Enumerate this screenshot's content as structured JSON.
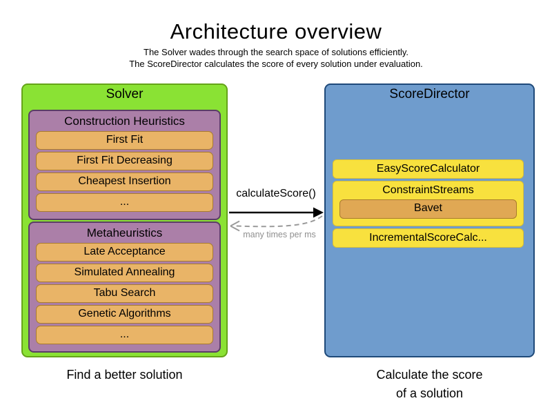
{
  "title": "Architecture overview",
  "subtitle_lines": [
    "The Solver wades through the search space of solutions efficiently.",
    "The ScoreDirector calculates the score of every solution under evaluation."
  ],
  "solver": {
    "label": "Solver",
    "caption": "Find a better solution",
    "sections": [
      {
        "label": "Construction Heuristics",
        "items": [
          "First Fit",
          "First Fit Decreasing",
          "Cheapest Insertion",
          "..."
        ]
      },
      {
        "label": "Metaheuristics",
        "items": [
          "Late Acceptance",
          "Simulated Annealing",
          "Tabu Search",
          "Genetic Algorithms",
          "..."
        ]
      }
    ]
  },
  "score_director": {
    "label": "ScoreDirector",
    "caption_lines": [
      "Calculate the score",
      "of a solution"
    ],
    "calculators": [
      {
        "label": "EasyScoreCalculator"
      },
      {
        "label": "ConstraintStreams",
        "items": [
          "Bavet"
        ]
      },
      {
        "label": "IncrementalScoreCalc..."
      }
    ]
  },
  "interaction": {
    "call_label": "calculateScore()",
    "return_label": "many times per ms"
  },
  "colors": {
    "solver-fill": "#8ae234",
    "solver-border": "#65a319",
    "section-fill": "#ab7fa8",
    "section-border": "#5a3d66",
    "item-fill": "#e9b467",
    "item-border": "#a87b2c",
    "director-fill": "#6f9ccd",
    "director-border": "#1e4979",
    "calc-fill": "#f8e13e",
    "calc-border": "#d9bf33",
    "bavet-fill": "#e0a854",
    "bavet-border": "#a87b2c",
    "muted-text": "#8f8f8f"
  }
}
